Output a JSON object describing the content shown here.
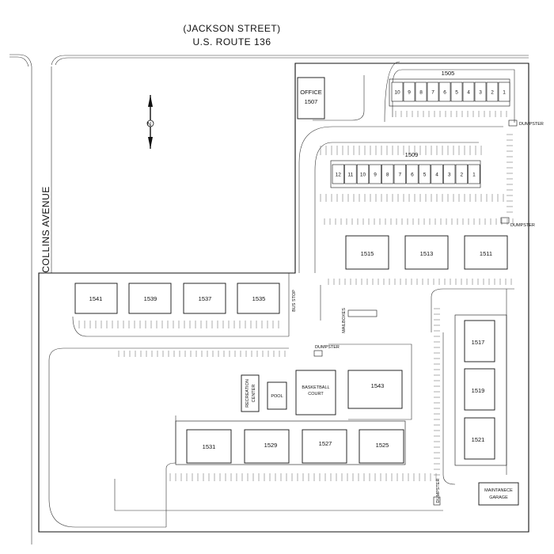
{
  "streets": {
    "north_line1": "(JACKSON STREET)",
    "north_line2": "U.S. ROUTE 136",
    "west": "COLLINS AVENUE"
  },
  "office": {
    "line1": "OFFICE",
    "line2": "1507"
  },
  "building_1505": {
    "label": "1505",
    "units": [
      "10",
      "9",
      "8",
      "7",
      "6",
      "5",
      "4",
      "3",
      "2",
      "1"
    ]
  },
  "building_1509": {
    "label": "1509",
    "units": [
      "12",
      "11",
      "10",
      "9",
      "8",
      "7",
      "6",
      "5",
      "4",
      "3",
      "2",
      "1"
    ]
  },
  "middle_buildings": [
    "1515",
    "1513",
    "1511"
  ],
  "west_buildings": [
    "1541",
    "1539",
    "1537",
    "1535"
  ],
  "east_buildings": [
    "1517",
    "1519",
    "1521"
  ],
  "south_buildings": [
    "1531",
    "1529",
    "1527",
    "1525"
  ],
  "building_1543": "1543",
  "amenities": {
    "recreation_line1": "RECREATION",
    "recreation_line2": "CENTER",
    "pool": "POOL",
    "basketball_line1": "BASKETBALL",
    "basketball_line2": "COURT"
  },
  "maintenance": {
    "line1": "MAINTANECE",
    "line2": "GARAGE"
  },
  "labels": {
    "dumpster": "DUMPSTER",
    "bus_stop": "BUS STOP",
    "mailboxes": "MAILBOXES"
  }
}
